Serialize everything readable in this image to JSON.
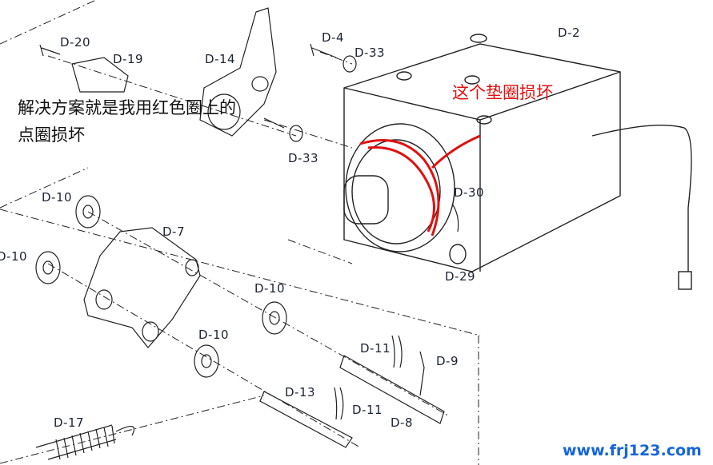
{
  "part_labels": {
    "d20": "D-20",
    "d19": "D-19",
    "d14": "D-14",
    "d4": "D-4",
    "d33a": "D-33",
    "d2": "D-2",
    "d33b": "D-33",
    "d10a": "D-10",
    "d7": "D-7",
    "d10b": "D-10",
    "d30": "D-30",
    "d29": "D-29",
    "d10c": "D-10",
    "d10d": "D-10",
    "d11a": "D-11",
    "d9": "D-9",
    "d13": "D-13",
    "d11b": "D-11",
    "d8": "D-8",
    "d17": "D-17"
  },
  "annotation": {
    "note_line1": "解决方案就是我用红色圈上的",
    "note_line2": "点圈损坏",
    "red_note": "这个垫圈损坏",
    "red_color": "#e01010"
  },
  "watermark": "www.frj123.com"
}
